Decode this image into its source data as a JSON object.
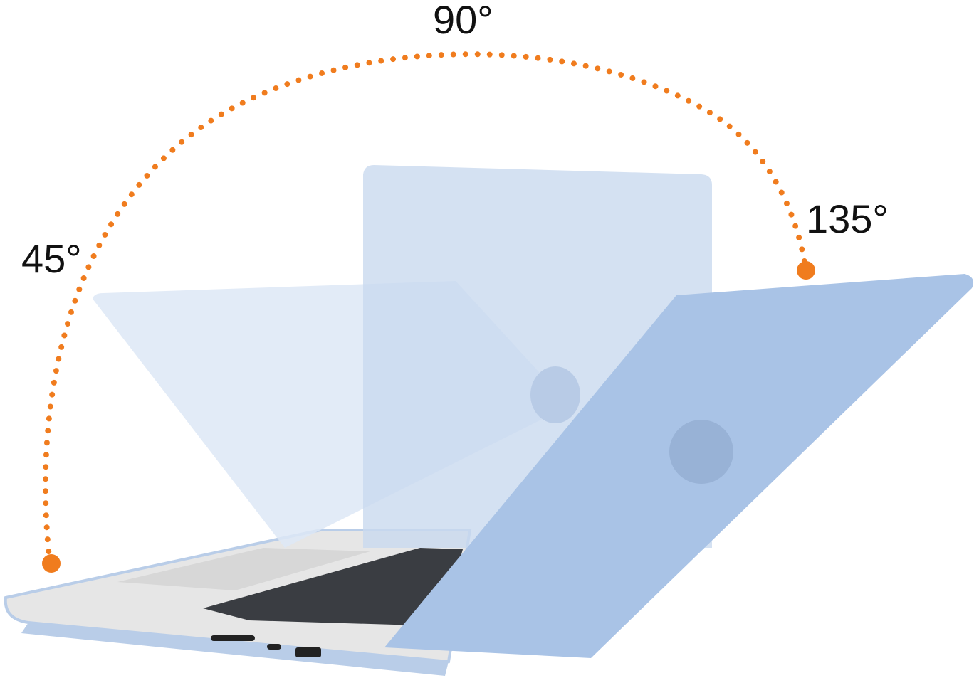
{
  "angles": {
    "a45": "45°",
    "a90": "90°",
    "a135": "135°"
  },
  "colors": {
    "arc_dot": "#f07c1e",
    "shell_blue": "#a9c3e6",
    "shell_light": "#dde8f6",
    "body_gray": "#e3e3e3",
    "keys": "#3a3d42"
  },
  "ports": [
    "sd-card-slot",
    "usb-c-port",
    "hdmi-port"
  ]
}
